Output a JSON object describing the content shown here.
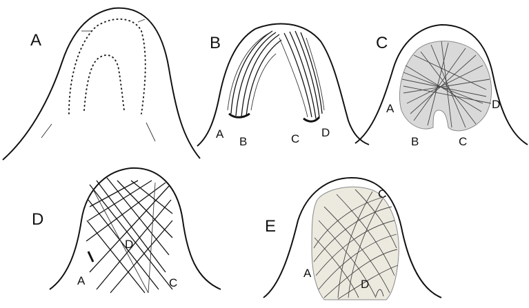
{
  "figure": {
    "panels": [
      {
        "id": "A",
        "label": "A",
        "point_labels": []
      },
      {
        "id": "B",
        "label": "B",
        "point_labels": [
          "A",
          "B",
          "C",
          "D"
        ]
      },
      {
        "id": "C",
        "label": "C",
        "point_labels": [
          "A",
          "B",
          "C",
          "D"
        ]
      },
      {
        "id": "D",
        "label": "D",
        "point_labels": [
          "A",
          "D",
          "C"
        ]
      },
      {
        "id": "E",
        "label": "E",
        "point_labels": [
          "C",
          "A",
          "D"
        ]
      }
    ],
    "colors": {
      "ink": "#111111",
      "tissue_fill": "#d9d9d9",
      "tissue_fill_light": "#ece9df"
    }
  }
}
